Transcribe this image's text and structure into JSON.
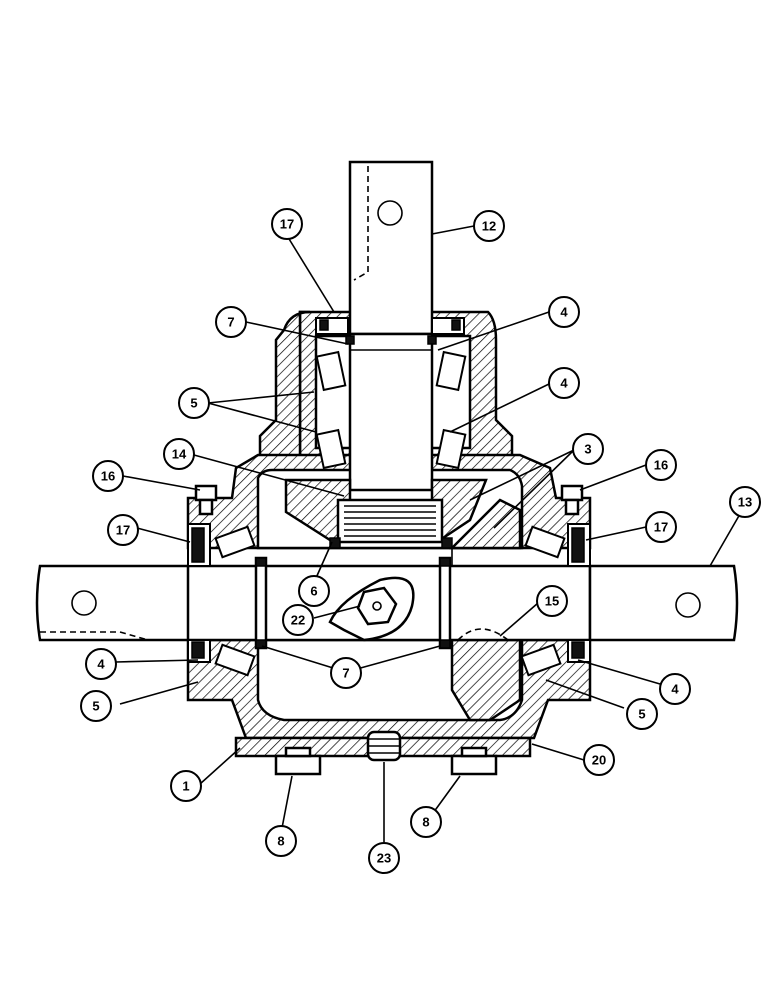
{
  "diagram": {
    "part_callouts": [
      {
        "id": "c-1",
        "label": "1"
      },
      {
        "id": "c-3",
        "label": "3"
      },
      {
        "id": "c-4a",
        "label": "4"
      },
      {
        "id": "c-4b",
        "label": "4"
      },
      {
        "id": "c-4c",
        "label": "4"
      },
      {
        "id": "c-4d",
        "label": "4"
      },
      {
        "id": "c-5a",
        "label": "5"
      },
      {
        "id": "c-5b",
        "label": "5"
      },
      {
        "id": "c-5c",
        "label": "5"
      },
      {
        "id": "c-6",
        "label": "6"
      },
      {
        "id": "c-7a",
        "label": "7"
      },
      {
        "id": "c-7b",
        "label": "7"
      },
      {
        "id": "c-8a",
        "label": "8"
      },
      {
        "id": "c-8b",
        "label": "8"
      },
      {
        "id": "c-12",
        "label": "12"
      },
      {
        "id": "c-13",
        "label": "13"
      },
      {
        "id": "c-14",
        "label": "14"
      },
      {
        "id": "c-15",
        "label": "15"
      },
      {
        "id": "c-16a",
        "label": "16"
      },
      {
        "id": "c-16b",
        "label": "16"
      },
      {
        "id": "c-17a",
        "label": "17"
      },
      {
        "id": "c-17b",
        "label": "17"
      },
      {
        "id": "c-17c",
        "label": "17"
      },
      {
        "id": "c-20",
        "label": "20"
      },
      {
        "id": "c-22",
        "label": "22"
      },
      {
        "id": "c-23",
        "label": "23"
      }
    ]
  }
}
